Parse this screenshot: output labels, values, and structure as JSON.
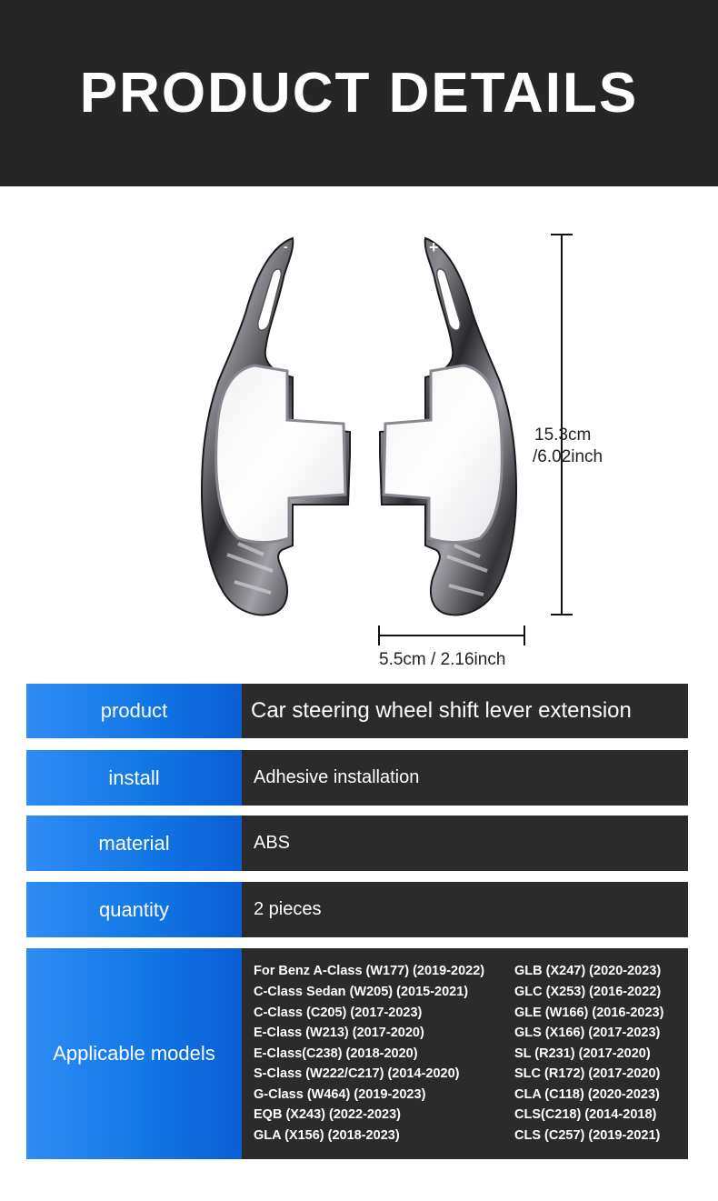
{
  "header": {
    "title": "PRODUCT DETAILS"
  },
  "figure": {
    "height_label_1": "15.3cm",
    "height_label_2": "/6.02inch",
    "width_label": "5.5cm / 2.16inch",
    "left_marker": "-",
    "right_marker": "+"
  },
  "specs": {
    "product": {
      "label": "product",
      "value": "Car steering wheel shift lever extension"
    },
    "install": {
      "label": "install",
      "value": "Adhesive installation"
    },
    "material": {
      "label": "material",
      "value": "ABS"
    },
    "quantity": {
      "label": "quantity",
      "value": "2 pieces"
    },
    "models": {
      "label": "Applicable models",
      "col1": [
        "For Benz A-Class (W177) (2019-2022)",
        "C-Class Sedan (W205) (2015-2021)",
        "C-Class  (C205) (2017-2023)",
        "E-Class  (W213) (2017-2020)",
        "E-Class(C238) (2018-2020)",
        "S-Class (W222/C217) (2014-2020)",
        "G-Class (W464) (2019-2023)",
        "EQB (X243) (2022-2023)",
        "GLA (X156) (2018-2023)"
      ],
      "col2": [
        "GLB (X247) (2020-2023)",
        "GLC (X253) (2016-2022)",
        "GLE (W166) (2016-2023)",
        "GLS (X166) (2017-2023)",
        "SL (R231) (2017-2020)",
        "SLC (R172) (2017-2020)",
        "CLA (C118) (2020-2023)",
        "CLS(C218) (2014-2018)",
        "CLS (C257) (2019-2021)"
      ]
    }
  },
  "colors": {
    "header_bg": "#262626",
    "label_blue": "#1277e6",
    "value_bg": "#2b2b2b"
  }
}
